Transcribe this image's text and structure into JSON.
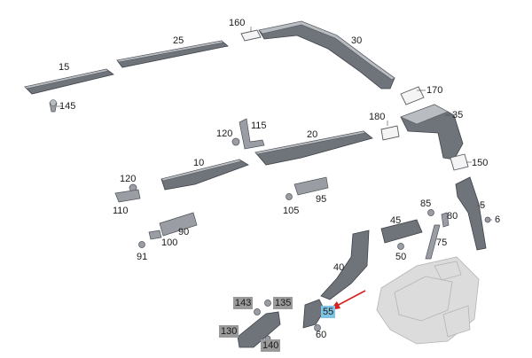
{
  "callouts": {
    "c160": "160",
    "c25": "25",
    "c30": "30",
    "c15": "15",
    "c145": "145",
    "c170": "170",
    "c35": "35",
    "c180": "180",
    "c115": "115",
    "c120a": "120",
    "c20": "20",
    "c150": "150",
    "c10": "10",
    "c120b": "120",
    "c110": "110",
    "c105": "105",
    "c95": "95",
    "c5": "5",
    "c85": "85",
    "c80": "80",
    "c6": "6",
    "c45": "45",
    "c90": "90",
    "c100": "100",
    "c91": "91",
    "c75": "75",
    "c50": "50",
    "c40": "40",
    "c143": "143",
    "c135": "135",
    "c55": "55",
    "c130": "130",
    "c60": "60",
    "c140": "140"
  },
  "colors": {
    "part_fill": "#6f737a",
    "highlight_gray": "#9a9a9a",
    "highlight_blue": "#7fc4e2",
    "arrow_red": "#d62020"
  }
}
